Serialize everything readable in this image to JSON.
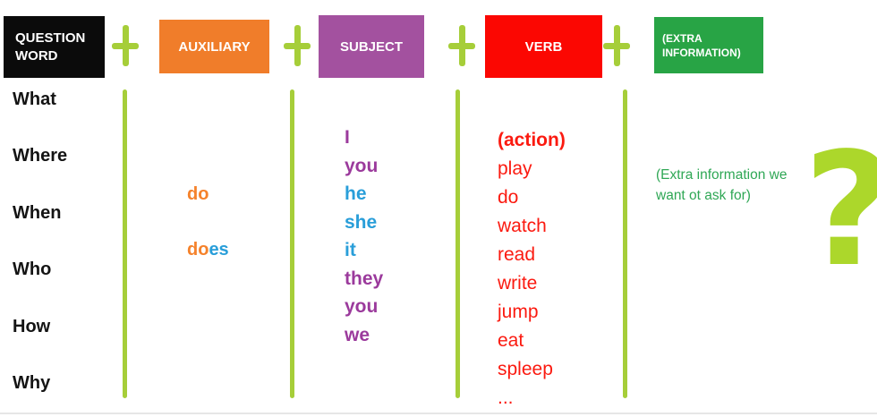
{
  "colors": {
    "lime_connectors": "#A6CE39",
    "lime_question_mark": "#ACD72B",
    "question_word_box": "#0B0B0B",
    "auxiliary_box": "#F07D2A",
    "subject_box": "#A3519F",
    "verb_box": "#FB0702",
    "extra_box": "#28A445",
    "auxiliary_text": "#F5822B",
    "blue_text": "#299ED9",
    "purple_text": "#9B3A9C",
    "verb_text": "#FB1A10",
    "extra_text": "#2FA755",
    "question_word_text": "#141414"
  },
  "header": {
    "plus_symbol": "+",
    "boxes": [
      {
        "id": "question-word",
        "label": "QUESTION WORD"
      },
      {
        "id": "auxiliary",
        "label": "AUXILIARY"
      },
      {
        "id": "subject",
        "label": "SUBJECT"
      },
      {
        "id": "verb",
        "label": "VERB"
      },
      {
        "id": "extra-information",
        "label": "(EXTRA INFORMATION)"
      }
    ]
  },
  "question_words": [
    "What",
    "Where",
    "When",
    "Who",
    "How",
    "Why"
  ],
  "auxiliary": {
    "do": "do",
    "does_prefix": "do",
    "does_suffix": "es"
  },
  "subject": {
    "pronouns": [
      {
        "text": "I",
        "color": "#9B3A9C"
      },
      {
        "text": "you",
        "color": "#9B3A9C"
      },
      {
        "text": "he",
        "color": "#299ED9"
      },
      {
        "text": "she",
        "color": "#299ED9"
      },
      {
        "text": "it",
        "color": "#299ED9"
      },
      {
        "text": "they",
        "color": "#9B3A9C"
      },
      {
        "text": "you",
        "color": "#9B3A9C"
      },
      {
        "text": "we",
        "color": "#9B3A9C"
      }
    ]
  },
  "verb": {
    "heading": "(action)",
    "verbs": [
      "play",
      "do",
      "watch",
      "read",
      "write",
      "jump",
      "eat",
      "spleep",
      "..."
    ]
  },
  "extra": {
    "note": "(Extra information we want ot ask for)"
  },
  "question_mark": "?"
}
